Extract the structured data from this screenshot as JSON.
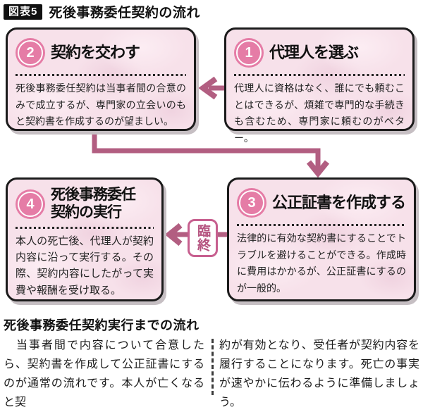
{
  "header": {
    "tag": "図表5",
    "title": "死後事務委任契約の流れ"
  },
  "flow": {
    "boxes": [
      {
        "number": "1",
        "title": "代理人を選ぶ",
        "body": "代理人に資格はなく、誰にでも頼むことはできるが、煩雑で専門的な手続きも含むため、専門家に頼むのがベター。"
      },
      {
        "number": "2",
        "title": "契約を交わす",
        "body": "死後事務委任契約は当事者間の合意のみで成立するが、専門家の立会いのもと契約書を作成するのが望ましい。"
      },
      {
        "number": "3",
        "title": "公正証書を作成する",
        "body": "法律的に有効な契約書にすることでトラブルを避けることができる。作成時に費用はかかるが、公正証書にするのが一般的。"
      },
      {
        "number": "4",
        "title": "死後事務委任\n契約の実行",
        "body": "本人の死亡後、代理人が契約内容に沿って実行する。その際、契約内容にしたがって実費や報酬を受け取る。"
      }
    ],
    "death_badge": "臨終"
  },
  "article": {
    "heading": "死後事務委任契約実行までの流れ",
    "column_left": "　当事者間で内容について合意したら、契約書を作成して公正証書にするのが通常の流れです。本人が亡くなると契",
    "column_right": "約が有効となり、受任者が契約内容を履行することになります。死亡の事実が速やかに伝わるように準備しましょう。"
  },
  "colors": {
    "box_background": "#f7e1ea",
    "badge_pink": "#e57ca6",
    "arrow_mauve": "#b25e81",
    "death_badge_border": "#c75f8f",
    "box_border": "#1b1b1b",
    "tag_background": "#111111"
  }
}
